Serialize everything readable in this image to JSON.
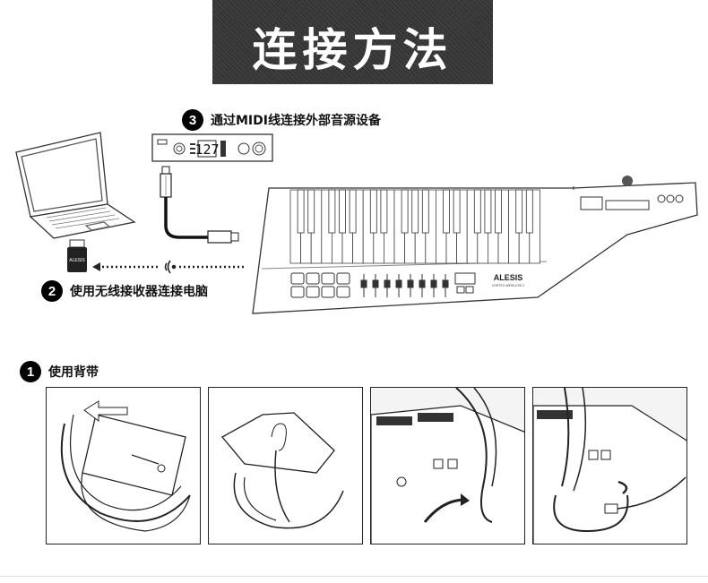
{
  "title": "连接方法",
  "steps": [
    {
      "number": "3",
      "label": "通过MIDI线连接外部音源设备"
    },
    {
      "number": "2",
      "label": "使用无线接收器连接电脑"
    },
    {
      "number": "1",
      "label": "使用背带"
    }
  ],
  "device": {
    "brand": "ALESIS",
    "model": "VORTEX WIRELESS 2",
    "display_value": "127"
  },
  "icons": {
    "laptop": "laptop-icon",
    "usb_receiver": "usb-receiver-icon",
    "wireless": "wireless-signal-icon",
    "midi_cable": "midi-cable-icon",
    "sound_module": "sound-module-icon",
    "keytar": "keytar-icon"
  },
  "panels": [
    "strap-step-1",
    "strap-step-2",
    "strap-step-3",
    "strap-step-4"
  ]
}
